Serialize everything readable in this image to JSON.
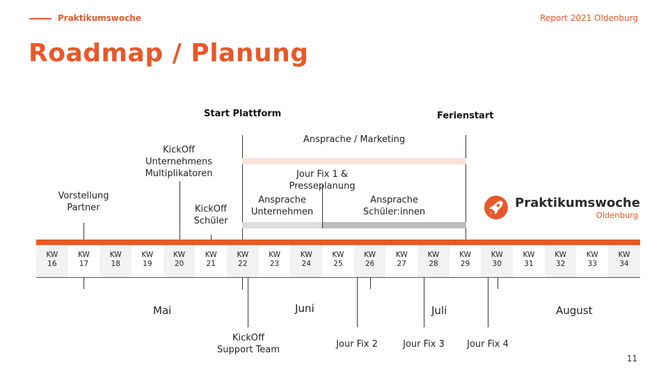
{
  "header": {
    "brand": "Praktikumswoche",
    "report": "Report 2021 Oldenburg",
    "title": "Roadmap / Planung"
  },
  "milestones": {
    "start_platform": "Start Plattform",
    "ferienstart": "Ferienstart"
  },
  "upper_labels": {
    "marketing": "Ansprache / Marketing",
    "kickoff_partner": [
      "KickOff",
      "Unternehmens",
      "Multiplikatoren"
    ],
    "jour_fix_1": [
      "Jour Fix 1 &",
      "Presseplanung"
    ],
    "vorstellung": [
      "Vorstellung",
      "Partner"
    ],
    "kickoff_schueler": [
      "KickOff",
      "Schüler"
    ],
    "ansprache_unternehmen": [
      "Ansprache",
      "Unternehmen"
    ],
    "ansprache_schueler": [
      "Ansprache",
      "Schüler:innen"
    ]
  },
  "weeks": [
    "16",
    "17",
    "18",
    "19",
    "20",
    "21",
    "22",
    "23",
    "24",
    "25",
    "26",
    "27",
    "28",
    "29",
    "30",
    "31",
    "32",
    "33",
    "34"
  ],
  "week_prefix": "KW",
  "months": [
    "Mai",
    "Juni",
    "Juli",
    "August"
  ],
  "lower_labels": {
    "kickoff_support": [
      "KickOff",
      "Support Team"
    ],
    "jour_fix_2": "Jour Fix 2",
    "jour_fix_3": "Jour Fix 3",
    "jour_fix_4": "Jour Fix 4"
  },
  "logo": {
    "name": "Praktikumswoche",
    "city": "Oldenburg",
    "icon": "rocket-icon"
  },
  "page_number": "11",
  "colors": {
    "accent": "#e8582a",
    "marketing_bar": "#fbe1da",
    "gray_light": "#dcdcdc",
    "gray_dark": "#bdbdbd"
  }
}
